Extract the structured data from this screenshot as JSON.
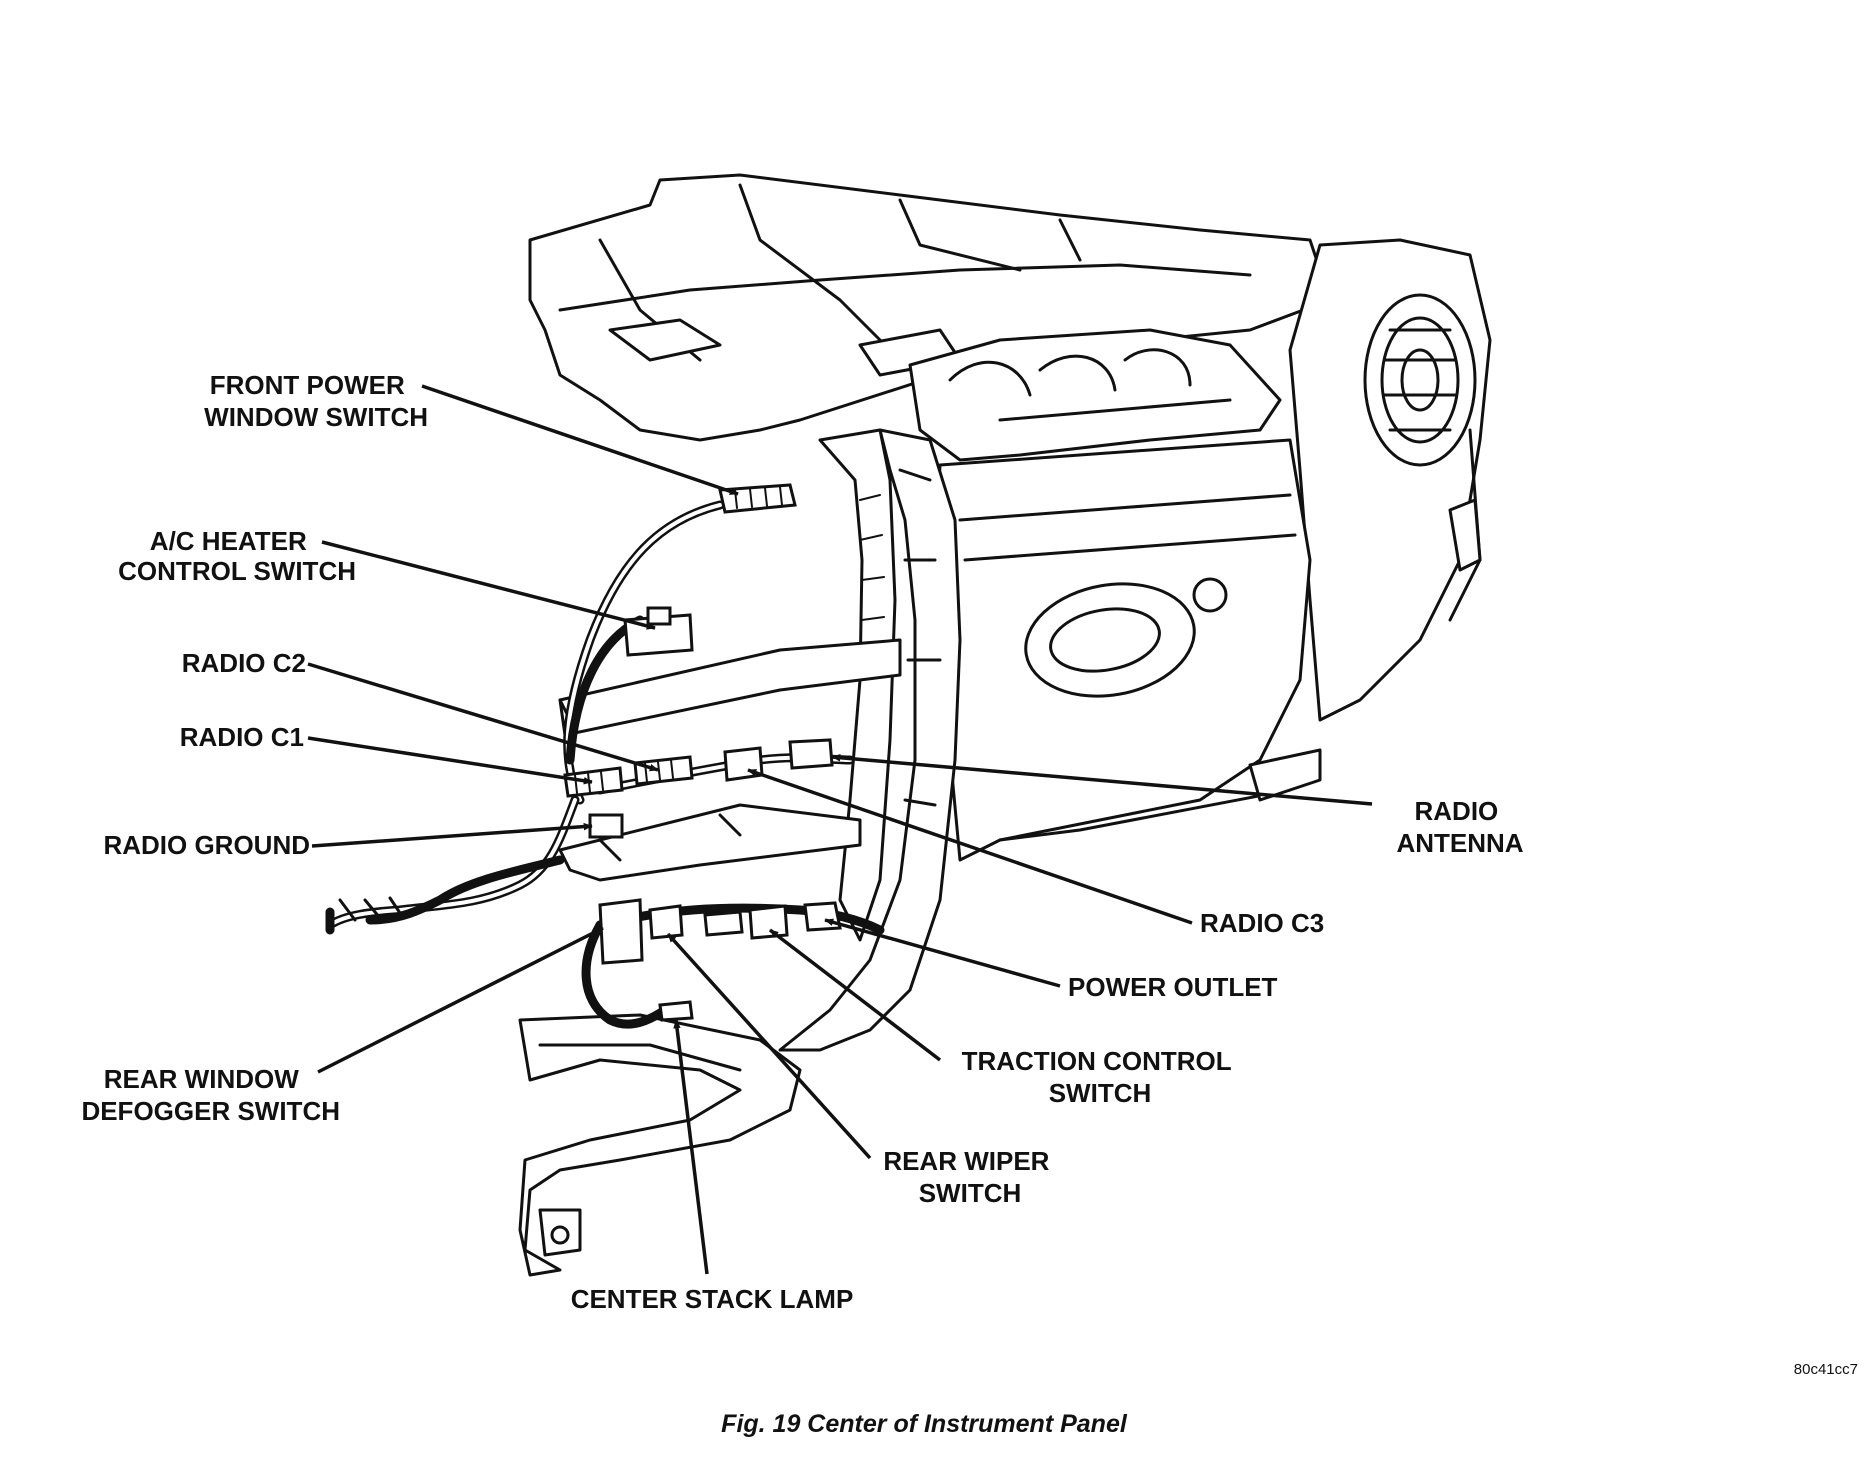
{
  "figure": {
    "caption": "Fig. 19 Center of Instrument Panel",
    "code": "80c41cc7"
  },
  "callouts": {
    "front_power_window_switch": [
      "FRONT POWER",
      "WINDOW SWITCH"
    ],
    "ac_heater_control_switch": [
      "A/C HEATER",
      "CONTROL SWITCH"
    ],
    "radio_c2": [
      "RADIO C2"
    ],
    "radio_c1": [
      "RADIO C1"
    ],
    "radio_ground": [
      "RADIO GROUND"
    ],
    "rear_window_defogger_switch": [
      "REAR WINDOW",
      "DEFOGGER SWITCH"
    ],
    "center_stack_lamp": [
      "CENTER STACK LAMP"
    ],
    "rear_wiper_switch": [
      "REAR WIPER",
      "SWITCH"
    ],
    "traction_control_switch": [
      "TRACTION CONTROL",
      "SWITCH"
    ],
    "power_outlet": [
      "POWER OUTLET"
    ],
    "radio_c3": [
      "RADIO C3"
    ],
    "radio_antenna": [
      "RADIO",
      "ANTENNA"
    ]
  }
}
